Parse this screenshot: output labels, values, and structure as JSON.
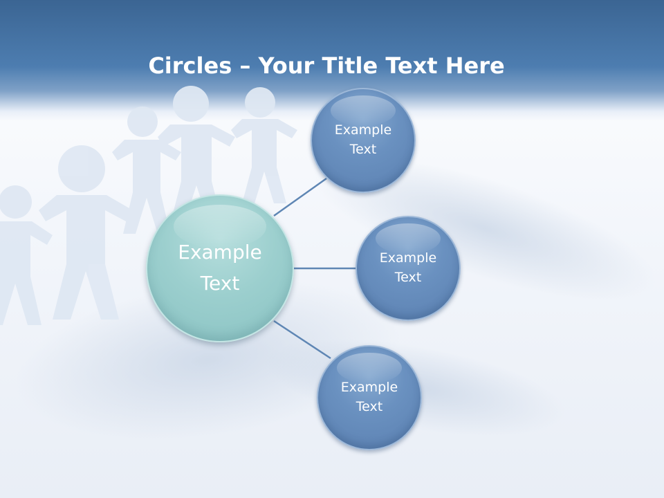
{
  "slide": {
    "title_bold": "Circles",
    "title_rest": " – Your Title Text Here"
  },
  "diagram": {
    "center": {
      "label": "Example Text"
    },
    "nodes": [
      {
        "label": "Example Text"
      },
      {
        "label": "Example Text"
      },
      {
        "label": "Example Text"
      }
    ]
  },
  "colors": {
    "header": "#4d7db0",
    "node": "#6a91c0",
    "center": "#9ccfce",
    "connector": "#5e86b4"
  }
}
